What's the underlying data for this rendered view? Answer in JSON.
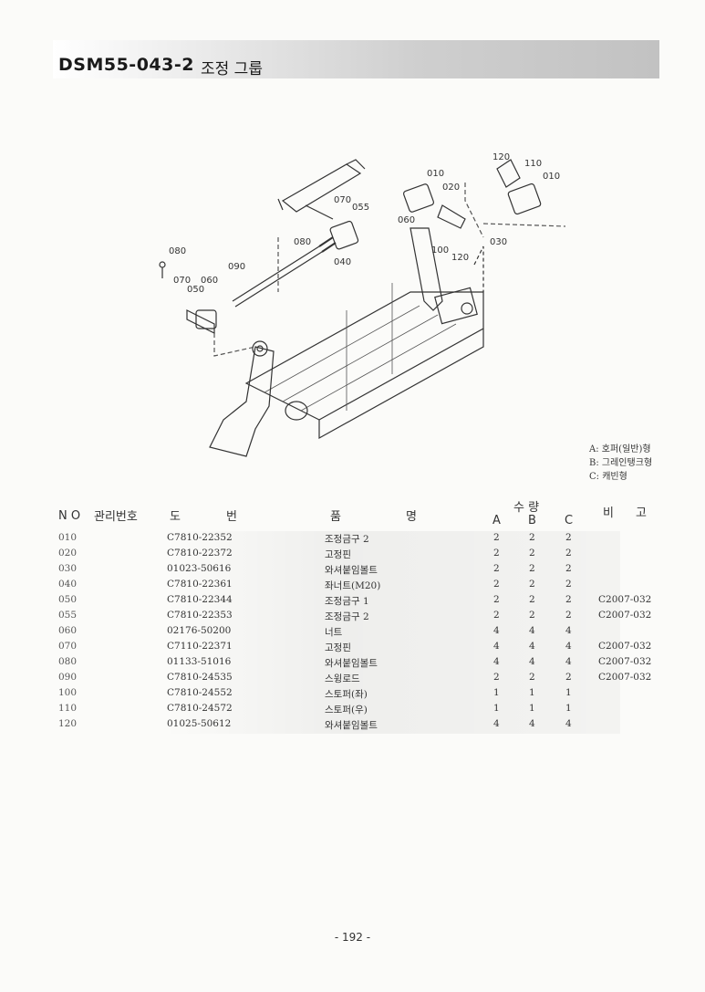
{
  "header": {
    "code": "DSM55-043-2",
    "name": "조정 그룹"
  },
  "diagram": {
    "callouts": [
      "120",
      "110",
      "010",
      "010",
      "020",
      "070",
      "055",
      "060",
      "080",
      "030",
      "100",
      "120",
      "040",
      "080",
      "090",
      "070",
      "060",
      "050"
    ]
  },
  "legend": [
    "A: 호퍼(일반)형",
    "B: 그레인탱크형",
    "C: 캐빈형"
  ],
  "table": {
    "headers": {
      "no": "N O",
      "mgmt": "관리번호",
      "drawing_1": "도",
      "drawing_2": "번",
      "name_1": "품",
      "name_2": "명",
      "qty": "수 량",
      "qty_a": "A",
      "qty_b": "B",
      "qty_c": "C",
      "remarks_1": "비",
      "remarks_2": "고"
    },
    "rows": [
      {
        "no": "010",
        "part": "C7810-22352",
        "name": "조정금구 2",
        "a": "2",
        "b": "2",
        "c": "2",
        "remarks": ""
      },
      {
        "no": "020",
        "part": "C7810-22372",
        "name": "고정핀",
        "a": "2",
        "b": "2",
        "c": "2",
        "remarks": ""
      },
      {
        "no": "030",
        "part": "01023-50616",
        "name": "와셔붙임볼트",
        "a": "2",
        "b": "2",
        "c": "2",
        "remarks": ""
      },
      {
        "no": "040",
        "part": "C7810-22361",
        "name": "좌너트(M20)",
        "a": "2",
        "b": "2",
        "c": "2",
        "remarks": ""
      },
      {
        "no": "050",
        "part": "C7810-22344",
        "name": "조정금구 1",
        "a": "2",
        "b": "2",
        "c": "2",
        "remarks": "C2007-032"
      },
      {
        "no": "055",
        "part": "C7810-22353",
        "name": "조정금구 2",
        "a": "2",
        "b": "2",
        "c": "2",
        "remarks": "C2007-032"
      },
      {
        "no": "060",
        "part": "02176-50200",
        "name": "너트",
        "a": "4",
        "b": "4",
        "c": "4",
        "remarks": ""
      },
      {
        "no": "070",
        "part": "C7110-22371",
        "name": "고정핀",
        "a": "4",
        "b": "4",
        "c": "4",
        "remarks": "C2007-032"
      },
      {
        "no": "080",
        "part": "01133-51016",
        "name": "와셔붙임볼트",
        "a": "4",
        "b": "4",
        "c": "4",
        "remarks": "C2007-032"
      },
      {
        "no": "090",
        "part": "C7810-24535",
        "name": "스윙로드",
        "a": "2",
        "b": "2",
        "c": "2",
        "remarks": "C2007-032"
      },
      {
        "no": "100",
        "part": "C7810-24552",
        "name": "스토퍼(좌)",
        "a": "1",
        "b": "1",
        "c": "1",
        "remarks": ""
      },
      {
        "no": "110",
        "part": "C7810-24572",
        "name": "스토퍼(우)",
        "a": "1",
        "b": "1",
        "c": "1",
        "remarks": ""
      },
      {
        "no": "120",
        "part": "01025-50612",
        "name": "와셔붙임볼트",
        "a": "4",
        "b": "4",
        "c": "4",
        "remarks": ""
      }
    ]
  },
  "footer": {
    "page": "- 192 -"
  }
}
